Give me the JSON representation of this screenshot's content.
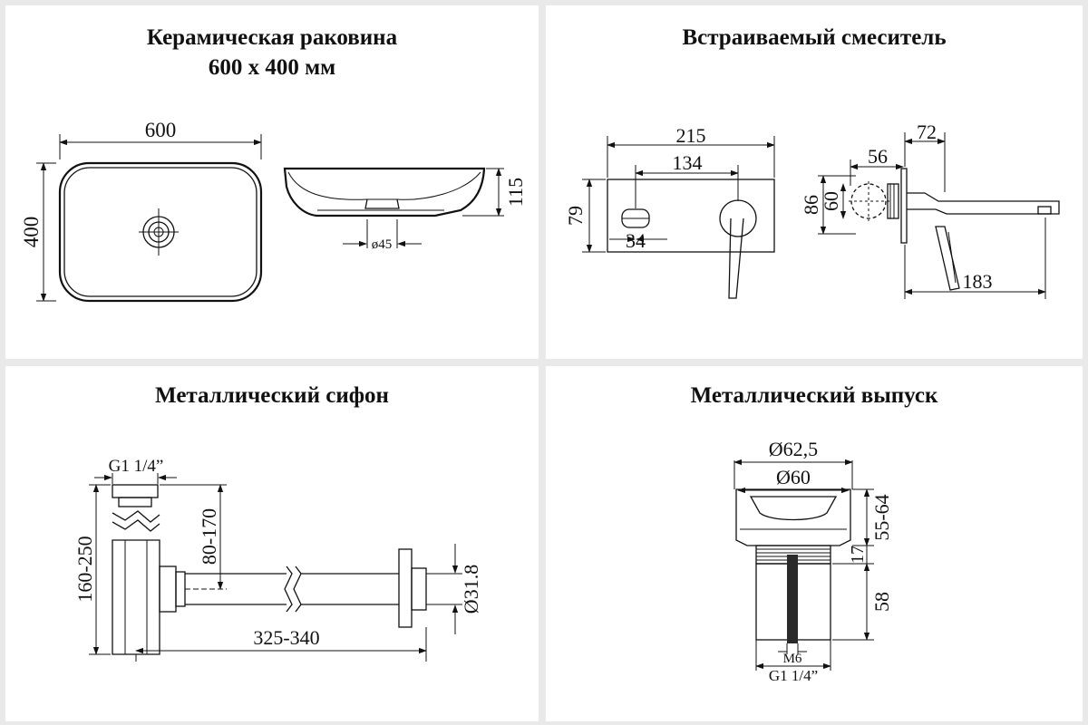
{
  "panels": {
    "sink": {
      "title_line1": "Керамическая раковина",
      "title_line2": "600 x 400 мм",
      "dim_width": "600",
      "dim_depth": "400",
      "dim_height": "115",
      "dim_drain": "ø45"
    },
    "mixer": {
      "title": "Встраиваемый смеситель",
      "dim_plate_width": "215",
      "dim_center": "134",
      "dim_plate_height": "79",
      "dim_left_offset": "34",
      "dim_depth_min": "72",
      "dim_depth_max": "56",
      "dim_body_outer": "86",
      "dim_body_inner": "60",
      "dim_spout": "183"
    },
    "siphon": {
      "title": "Металлический сифон",
      "dim_thread": "G1 1/4”",
      "dim_height": "160-250",
      "dim_outlet_height": "80-170",
      "dim_length": "325-340",
      "dim_diameter": "Ø31.8"
    },
    "drain": {
      "title": "Металлический выпуск",
      "dim_outer": "Ø62,5",
      "dim_inner": "Ø60",
      "dim_top": "55-64",
      "dim_mid": "17",
      "dim_bottom": "58",
      "dim_bolt": "M6",
      "dim_thread": "G1 1/4”"
    }
  }
}
